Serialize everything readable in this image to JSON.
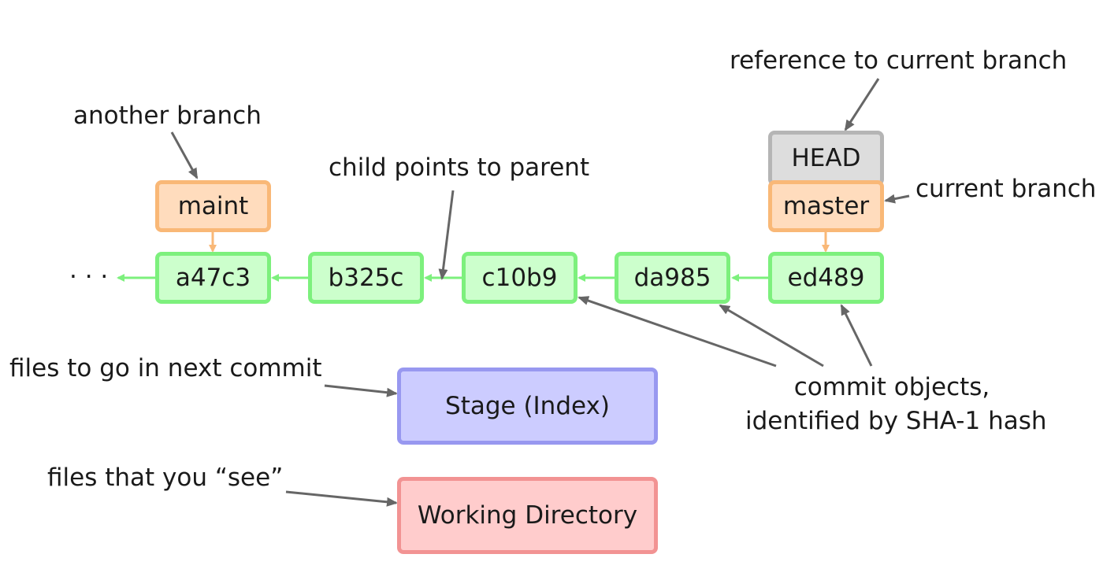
{
  "commits": [
    {
      "id": "a47c3"
    },
    {
      "id": "b325c"
    },
    {
      "id": "c10b9"
    },
    {
      "id": "da985"
    },
    {
      "id": "ed489"
    }
  ],
  "ellipsis": "· · ·",
  "branches": {
    "maint": "maint",
    "master": "master",
    "head": "HEAD"
  },
  "areas": {
    "stage": "Stage (Index)",
    "working": "Working Directory"
  },
  "annotations": {
    "another_branch": "another branch",
    "child_points": "child points to parent",
    "reference_current": "reference to current branch",
    "current_branch": "current branch",
    "files_next_commit": "files to go in next commit",
    "files_see": "files that you “see”",
    "commit_objects_line1": "commit objects,",
    "commit_objects_line2": "identified by SHA-1 hash"
  },
  "colors": {
    "commit_fill": "#ccffcc",
    "commit_border": "#7df07d",
    "branch_fill": "#ffdcbd",
    "branch_border": "#f9b877",
    "head_fill": "#dddddd",
    "head_border": "#b5b5b5",
    "stage_fill": "#ccccff",
    "stage_border": "#9898f0",
    "working_fill": "#ffcccc",
    "working_border": "#f29393",
    "annotation_arrow": "#666666"
  }
}
